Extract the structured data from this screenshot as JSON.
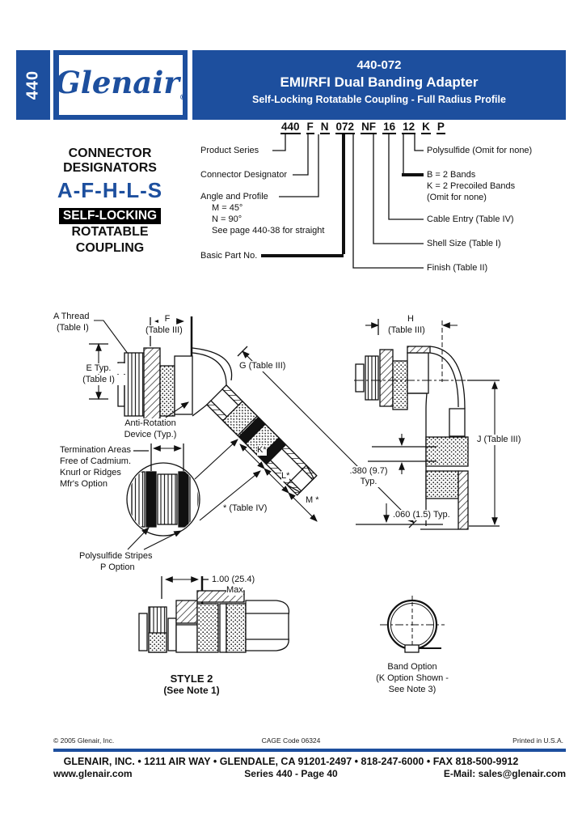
{
  "colors": {
    "brand_blue": "#1d4f9e",
    "ink": "#111111"
  },
  "header": {
    "series_tab": "440",
    "logo_text": "Glenair",
    "logo_reg": "®",
    "part_number": "440-072",
    "title": "EMI/RFI Dual Banding Adapter",
    "subtitle": "Self-Locking Rotatable Coupling - Full Radius Profile"
  },
  "designators": {
    "heading1": "CONNECTOR",
    "heading2": "DESIGNATORS",
    "letters": "A-F-H-L-S",
    "self_locking": "SELF-LOCKING",
    "rotatable1": "ROTATABLE",
    "rotatable2": "COUPLING"
  },
  "part_code": {
    "segments": [
      "440",
      "F",
      "N",
      "072",
      "NF",
      "16",
      "12",
      "K",
      "P"
    ],
    "left_labels": {
      "product_series": "Product Series",
      "connector_designator": "Connector Designator",
      "angle_profile": "Angle and Profile",
      "angle_m": "M = 45°",
      "angle_n": "N = 90°",
      "angle_note": "See page 440-38 for straight",
      "basic_part": "Basic Part No."
    },
    "right_labels": {
      "polysulfide": "Polysulfide (Omit for none)",
      "bands_b": "B = 2 Bands",
      "bands_k": "K = 2 Precoiled Bands",
      "bands_omit": "(Omit for none)",
      "cable_entry": "Cable Entry (Table IV)",
      "shell_size": "Shell Size (Table I)",
      "finish": "Finish (Table II)"
    }
  },
  "drawing": {
    "labels": {
      "a_thread1": "A Thread",
      "a_thread2": "(Table I)",
      "f": "F",
      "f_table": "(Table III)",
      "e1": "E Typ.",
      "e2": "(Table I)",
      "anti1": "Anti-Rotation",
      "anti2": "Device (Typ.)",
      "g": "G (Table III)",
      "k": "K*",
      "l": "L*",
      "m": "M *",
      "ast": "* (Table IV)",
      "term1": "Termination Areas",
      "term2": "Free of Cadmium.",
      "term3": "Knurl or Ridges",
      "term4": "Mfr's Option",
      "poly1": "Polysulfide Stripes",
      "poly2": "P Option",
      "h": "H",
      "h_table": "(Table III)",
      "j": "J (Table III)",
      "d380": ".380 (9.7)",
      "d380_typ": "Typ.",
      "d060": ".060 (1.5) Typ.",
      "s2_dim": "1.00 (25.4)",
      "s2_max": "Max",
      "s2_cap1": "STYLE 2",
      "s2_cap2": "(See Note 1)",
      "band1": "Band Option",
      "band2": "(K Option Shown -",
      "band3": "See Note 3)"
    }
  },
  "footer": {
    "copyright": "© 2005 Glenair, Inc.",
    "cage": "CAGE Code 06324",
    "printed": "Printed in U.S.A.",
    "address": "GLENAIR, INC.  •  1211 AIR WAY  •  GLENDALE, CA 91201-2497  •  818-247-6000  •  FAX 818-500-9912",
    "web": "www.glenair.com",
    "series_page": "Series 440 - Page 40",
    "email": "E-Mail: sales@glenair.com"
  }
}
